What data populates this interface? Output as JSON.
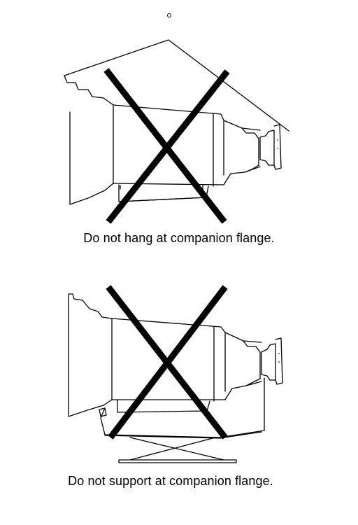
{
  "panels": [
    {
      "id": "hang",
      "caption": "Do not hang at companion flange.",
      "prohibited": true,
      "cross_icon": "x-mark-icon"
    },
    {
      "id": "support",
      "caption": "Do not support at companion flange.",
      "prohibited": true,
      "cross_icon": "x-mark-icon"
    }
  ]
}
